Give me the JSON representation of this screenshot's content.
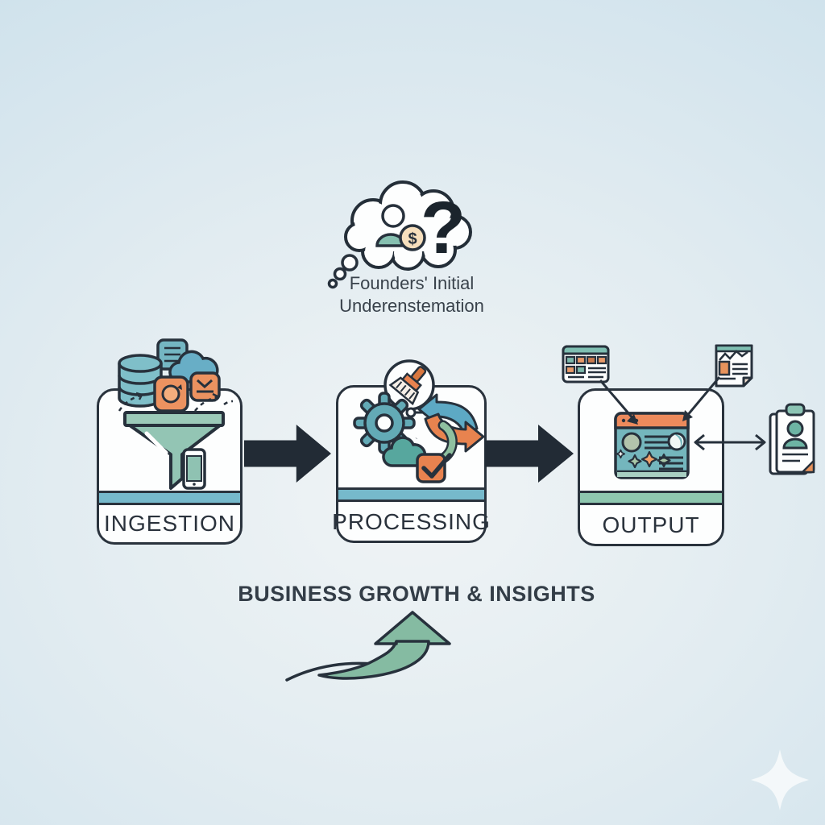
{
  "thought_bubble": {
    "line1": "Founders' Initial",
    "line2": "Underenstemation",
    "question_mark": "?",
    "coin_symbol": "$"
  },
  "stages": [
    {
      "id": "ingestion",
      "label": "INGESTION"
    },
    {
      "id": "processing",
      "label": "PROCESSING"
    },
    {
      "id": "output",
      "label": "OUTPUT"
    }
  ],
  "caption": {
    "text": "BUSINESS GROWTH & INSIGHTS"
  },
  "colors": {
    "background_edge": "#cfe2ec",
    "background_center": "#f0f4f5",
    "outline": "#27313c",
    "card_fill": "#fdfefe",
    "teal_band": "#76b9cb",
    "green_band": "#8ec7af",
    "teal": "#6fb2c2",
    "sage_green": "#8fc0a5",
    "orange": "#e8834f",
    "coin_fill": "#f6dfbd"
  }
}
